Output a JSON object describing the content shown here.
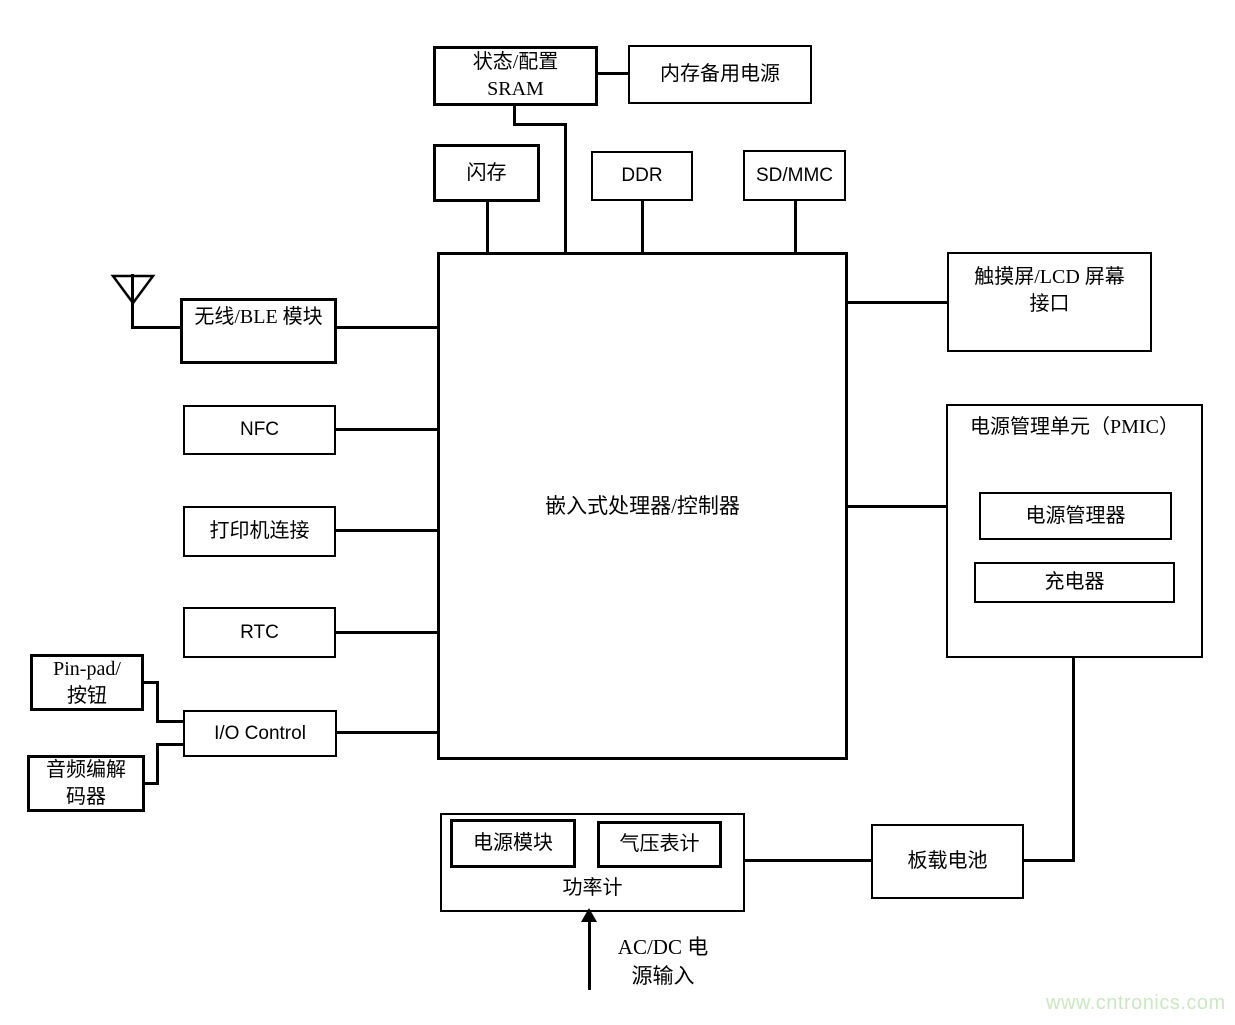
{
  "blocks": {
    "status_sram": {
      "label": "状态/配置\nSRAM"
    },
    "memory_backup_power": {
      "label": "内存备用电源"
    },
    "flash": {
      "label": "闪存"
    },
    "ddr": {
      "label": "DDR"
    },
    "sd_mmc": {
      "label": "SD/MMC"
    },
    "processor": {
      "label": "嵌入式处理器/控制器"
    },
    "wireless_ble": {
      "label": "无线/BLE 模块"
    },
    "nfc": {
      "label": "NFC"
    },
    "printer_link": {
      "label": "打印机连接"
    },
    "rtc": {
      "label": "RTC"
    },
    "io_control": {
      "label": "I/O Control"
    },
    "pinpad": {
      "label": "Pin-pad/\n按钮"
    },
    "audio_codec": {
      "label": "音频编解\n码器"
    },
    "touchscreen_lcd": {
      "label": "触摸屏/LCD 屏幕\n接口"
    },
    "pmic": {
      "label": "电源管理单元（PMIC）"
    },
    "power_manager": {
      "label": "电源管理器"
    },
    "charger": {
      "label": "充电器"
    },
    "power_meter": {
      "label": "功率计"
    },
    "power_module": {
      "label": "电源模块"
    },
    "barometer": {
      "label": "气压表计"
    },
    "battery": {
      "label": "板载电池"
    }
  },
  "annotations": {
    "acdc_input": {
      "label": "AC/DC 电\n源输入"
    }
  },
  "watermark": {
    "text": "www.cntronics.com",
    "color": "#cbe8c2"
  }
}
